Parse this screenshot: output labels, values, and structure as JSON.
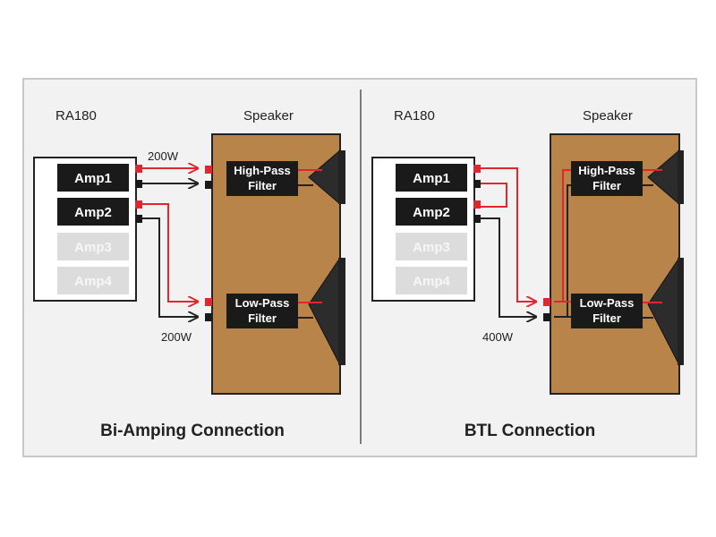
{
  "colors": {
    "panel_bg": "#f2f2f2",
    "panel_border": "#c8c8c8",
    "speaker_cabinet": "#b8844a",
    "amp_active": "#1a1a1a",
    "amp_inactive": "#dcdcdc",
    "wire_positive": "#e0262f",
    "wire_negative": "#222222"
  },
  "bi_amping": {
    "amp_label": "RA180",
    "speaker_label": "Speaker",
    "amps": [
      "Amp1",
      "Amp2",
      "Amp3",
      "Amp4"
    ],
    "high_pass": [
      "High-Pass",
      "Filter"
    ],
    "low_pass": [
      "Low-Pass",
      "Filter"
    ],
    "watt_high": "200W",
    "watt_low": "200W",
    "caption": "Bi-Amping Connection"
  },
  "btl": {
    "amp_label": "RA180",
    "speaker_label": "Speaker",
    "amps": [
      "Amp1",
      "Amp2",
      "Amp3",
      "Amp4"
    ],
    "high_pass": [
      "High-Pass",
      "Filter"
    ],
    "low_pass": [
      "Low-Pass",
      "Filter"
    ],
    "watt": "400W",
    "caption": "BTL Connection"
  }
}
